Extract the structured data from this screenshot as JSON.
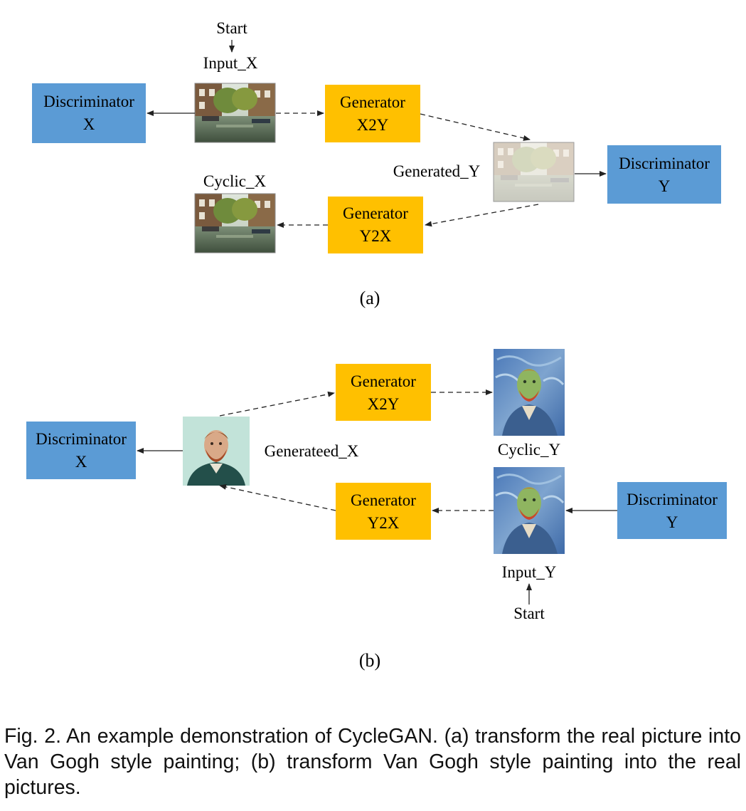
{
  "colors": {
    "discriminator": "#5b9bd5",
    "generator": "#ffc000",
    "arrow": "#222222"
  },
  "panel_a": {
    "start": "Start",
    "input_label": "Input_X",
    "discriminator_x": {
      "line1": "Discriminator",
      "line2": "X"
    },
    "generator_x2y": {
      "line1": "Generator",
      "line2": "X2Y"
    },
    "generated_label": "Generated_Y",
    "discriminator_y": {
      "line1": "Discriminator",
      "line2": "Y"
    },
    "generator_y2x": {
      "line1": "Generator",
      "line2": "Y2X"
    },
    "cyclic_label": "Cyclic_X",
    "sublabel": "(a)"
  },
  "panel_b": {
    "discriminator_x": {
      "line1": "Discriminator",
      "line2": "X"
    },
    "generated_label": "Generateed_X",
    "generator_x2y": {
      "line1": "Generator",
      "line2": "X2Y"
    },
    "cyclic_label": "Cyclic_Y",
    "generator_y2x": {
      "line1": "Generator",
      "line2": "Y2X"
    },
    "discriminator_y": {
      "line1": "Discriminator",
      "line2": "Y"
    },
    "input_label": "Input_Y",
    "start": "Start",
    "sublabel": "(b)"
  },
  "caption": "Fig. 2. An example demonstration of CycleGAN. (a) transform the real picture into Van Gogh style painting; (b) transform Van Gogh style painting into the real pictures."
}
